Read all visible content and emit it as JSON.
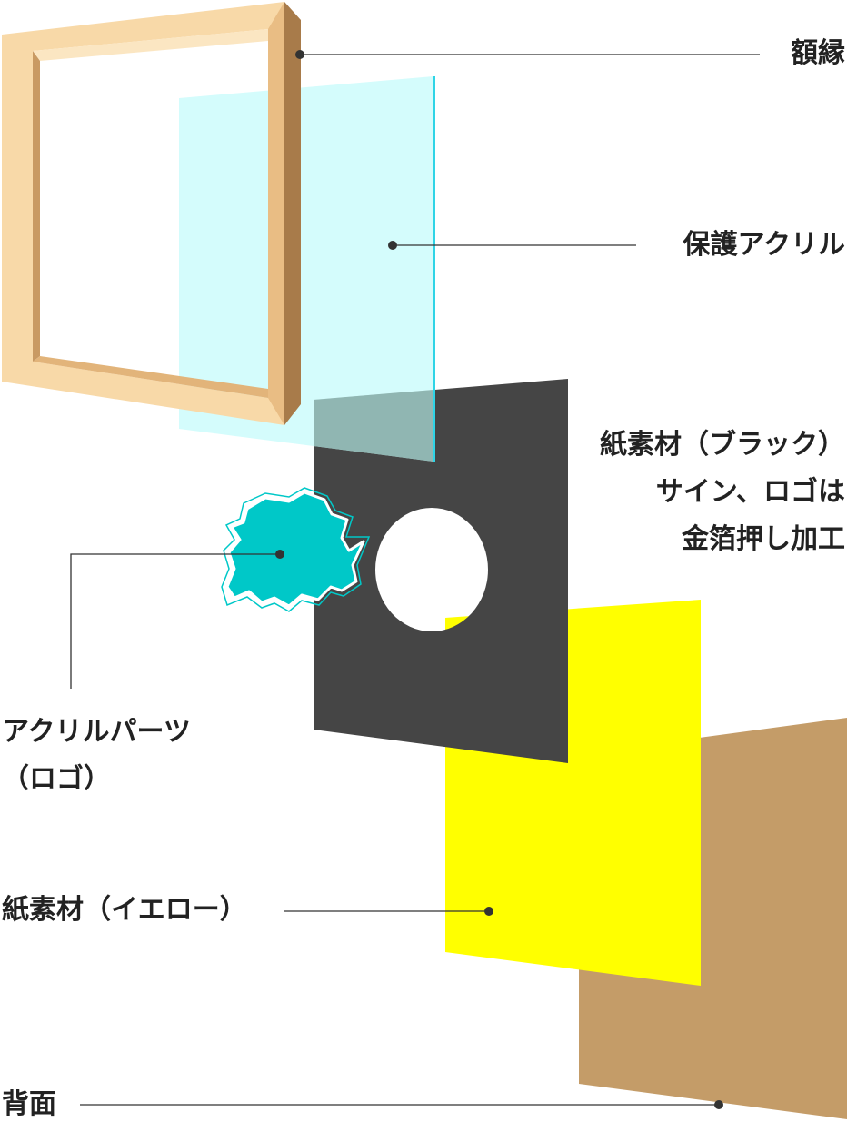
{
  "labels": {
    "frame": "額縁",
    "acrylic_cover": "保護アクリル",
    "black_paper": [
      "紙素材（ブラック）",
      "サイン、ロゴは",
      "金箔押し加工"
    ],
    "acrylic_part": [
      "アクリルパーツ",
      "（ロゴ）"
    ],
    "yellow_paper": "紙素材（イエロー）",
    "back_panel": "背面"
  },
  "colors": {
    "frame_light": "#F8D9A8",
    "frame_mid": "#E9BD84",
    "frame_dark": "#A87B4A",
    "acrylic": "#CCFBFB",
    "acrylic_edge": "#2FD4E6",
    "black_paper": "#454545",
    "overlap": "#90B6B2",
    "yellow_paper": "#FFFF00",
    "back_panel": "#C49C68",
    "logo_fill": "#00C8C8",
    "leader_line": "#333333"
  }
}
